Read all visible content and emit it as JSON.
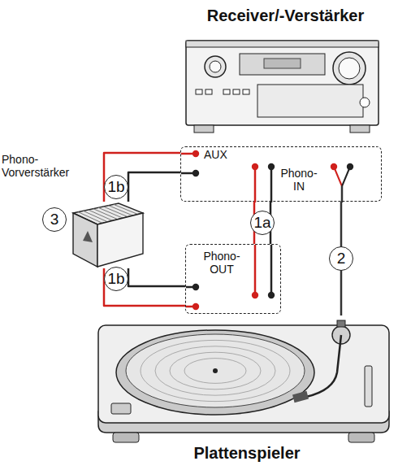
{
  "diagram": {
    "nodes": [
      {
        "text": [
          "Receiver/-Verstärker"
        ]
      },
      {
        "text": [
          "AUX",
          "Phono- IN"
        ]
      },
      {
        "text": [
          "Phono- OUT"
        ]
      },
      {
        "text": [
          "Phono- Vorverstärker"
        ]
      },
      {
        "text": [
          "Plattenspieler"
        ]
      }
    ],
    "edges": [
      {
        "from": 3,
        "to": 1,
        "arrow": "none",
        "label": "1b"
      },
      {
        "from": 3,
        "to": 2,
        "arrow": "none",
        "label": "1b"
      },
      {
        "from": 2,
        "to": 1,
        "arrow": "none",
        "label": "1a"
      },
      {
        "from": 4,
        "to": 1,
        "arrow": "none",
        "label": "2"
      }
    ],
    "labels": [
      "3"
    ]
  }
}
